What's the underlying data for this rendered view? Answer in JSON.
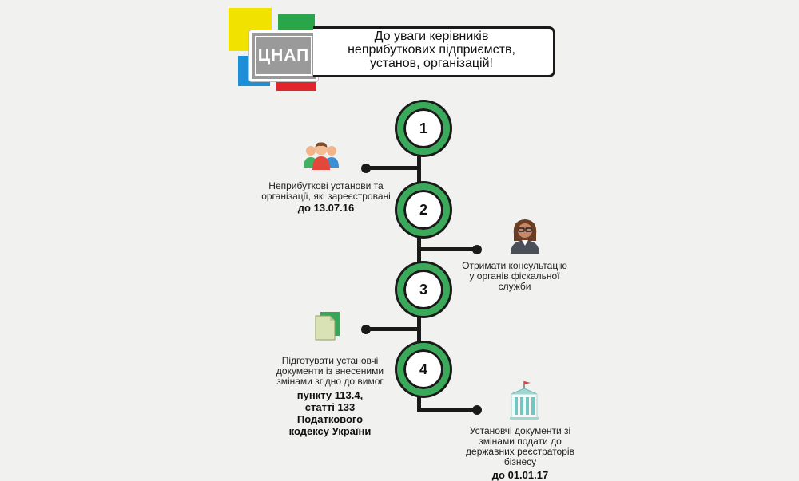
{
  "logo": {
    "text": "ЦНАП",
    "colors": {
      "yellow": "#f2e200",
      "green": "#2aa54a",
      "blue": "#1e8fd6",
      "red": "#e0252d"
    }
  },
  "banner": {
    "line1": "До уваги керівників",
    "line2": "неприбуткових підприємств,",
    "line3": "установ, організацій!"
  },
  "steps": [
    {
      "number": "1",
      "icon": "people-group-icon",
      "lines": [
        "Неприбуткові установи та",
        "організації, які зареєстровані"
      ],
      "bold": [
        "до 13.07.16"
      ]
    },
    {
      "number": "2",
      "icon": "consultant-woman-icon",
      "lines": [
        "Отримати консультацію",
        "у органів фіскальної",
        "служби"
      ],
      "bold": []
    },
    {
      "number": "3",
      "icon": "documents-icon",
      "lines": [
        "Підготувати установчі",
        "документи із внесеними",
        "змінами згідно до вимог"
      ],
      "bold": [
        "пункту 113.4,",
        "статті 133",
        "Податкового",
        "кодексу України"
      ]
    },
    {
      "number": "4",
      "icon": "government-building-icon",
      "lines": [
        "Установчі документи зі",
        "змінами подати до",
        "державних реєстраторів",
        "бізнесу"
      ],
      "bold": [
        "до 01.01.17"
      ]
    }
  ],
  "accent_color": "#3aaa5a"
}
